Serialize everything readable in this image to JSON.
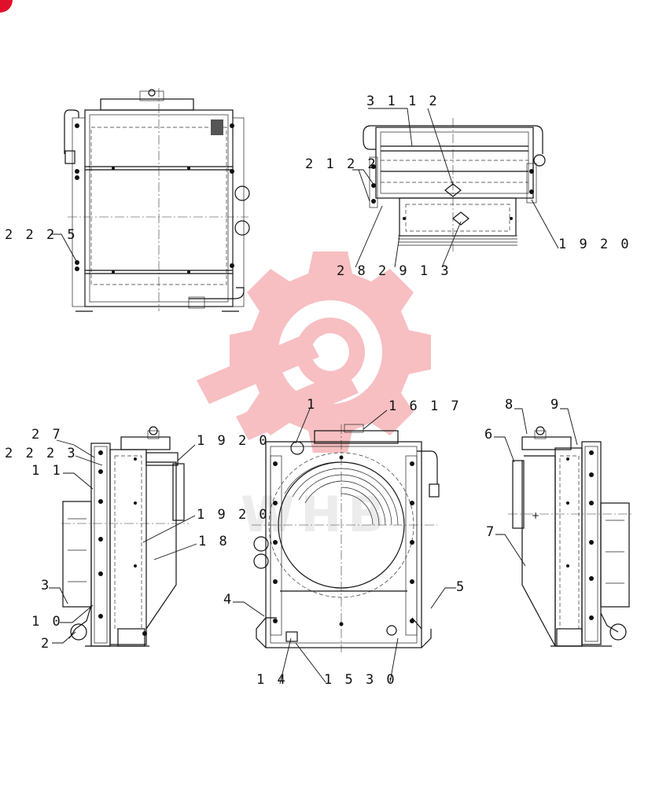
{
  "diagram": {
    "kind": "radiator assembly exploded drawing",
    "views": [
      "rear-view",
      "top-view",
      "left-side-view",
      "front-view",
      "right-side-view"
    ]
  },
  "watermark": {
    "text": "WHB",
    "color": "#e8454c"
  },
  "corner_mark_color": "#e0102a",
  "callouts": {
    "rear": [
      "2 2 2 5"
    ],
    "top": [
      "3 1 1 2",
      "2 1 2 2",
      "1 9 2 0",
      "2 8  2 9  1 3"
    ],
    "left": [
      "2 7",
      "2 2 2 3",
      "1 1",
      "1 9 2 0",
      "1 9 2 0",
      "1 8",
      "3",
      "1 0",
      "2"
    ],
    "front": [
      "1",
      "1 6 1 7",
      "4",
      "5",
      "1 4",
      "1 5  3 0"
    ],
    "right": [
      "8",
      "9",
      "6",
      "7"
    ]
  }
}
